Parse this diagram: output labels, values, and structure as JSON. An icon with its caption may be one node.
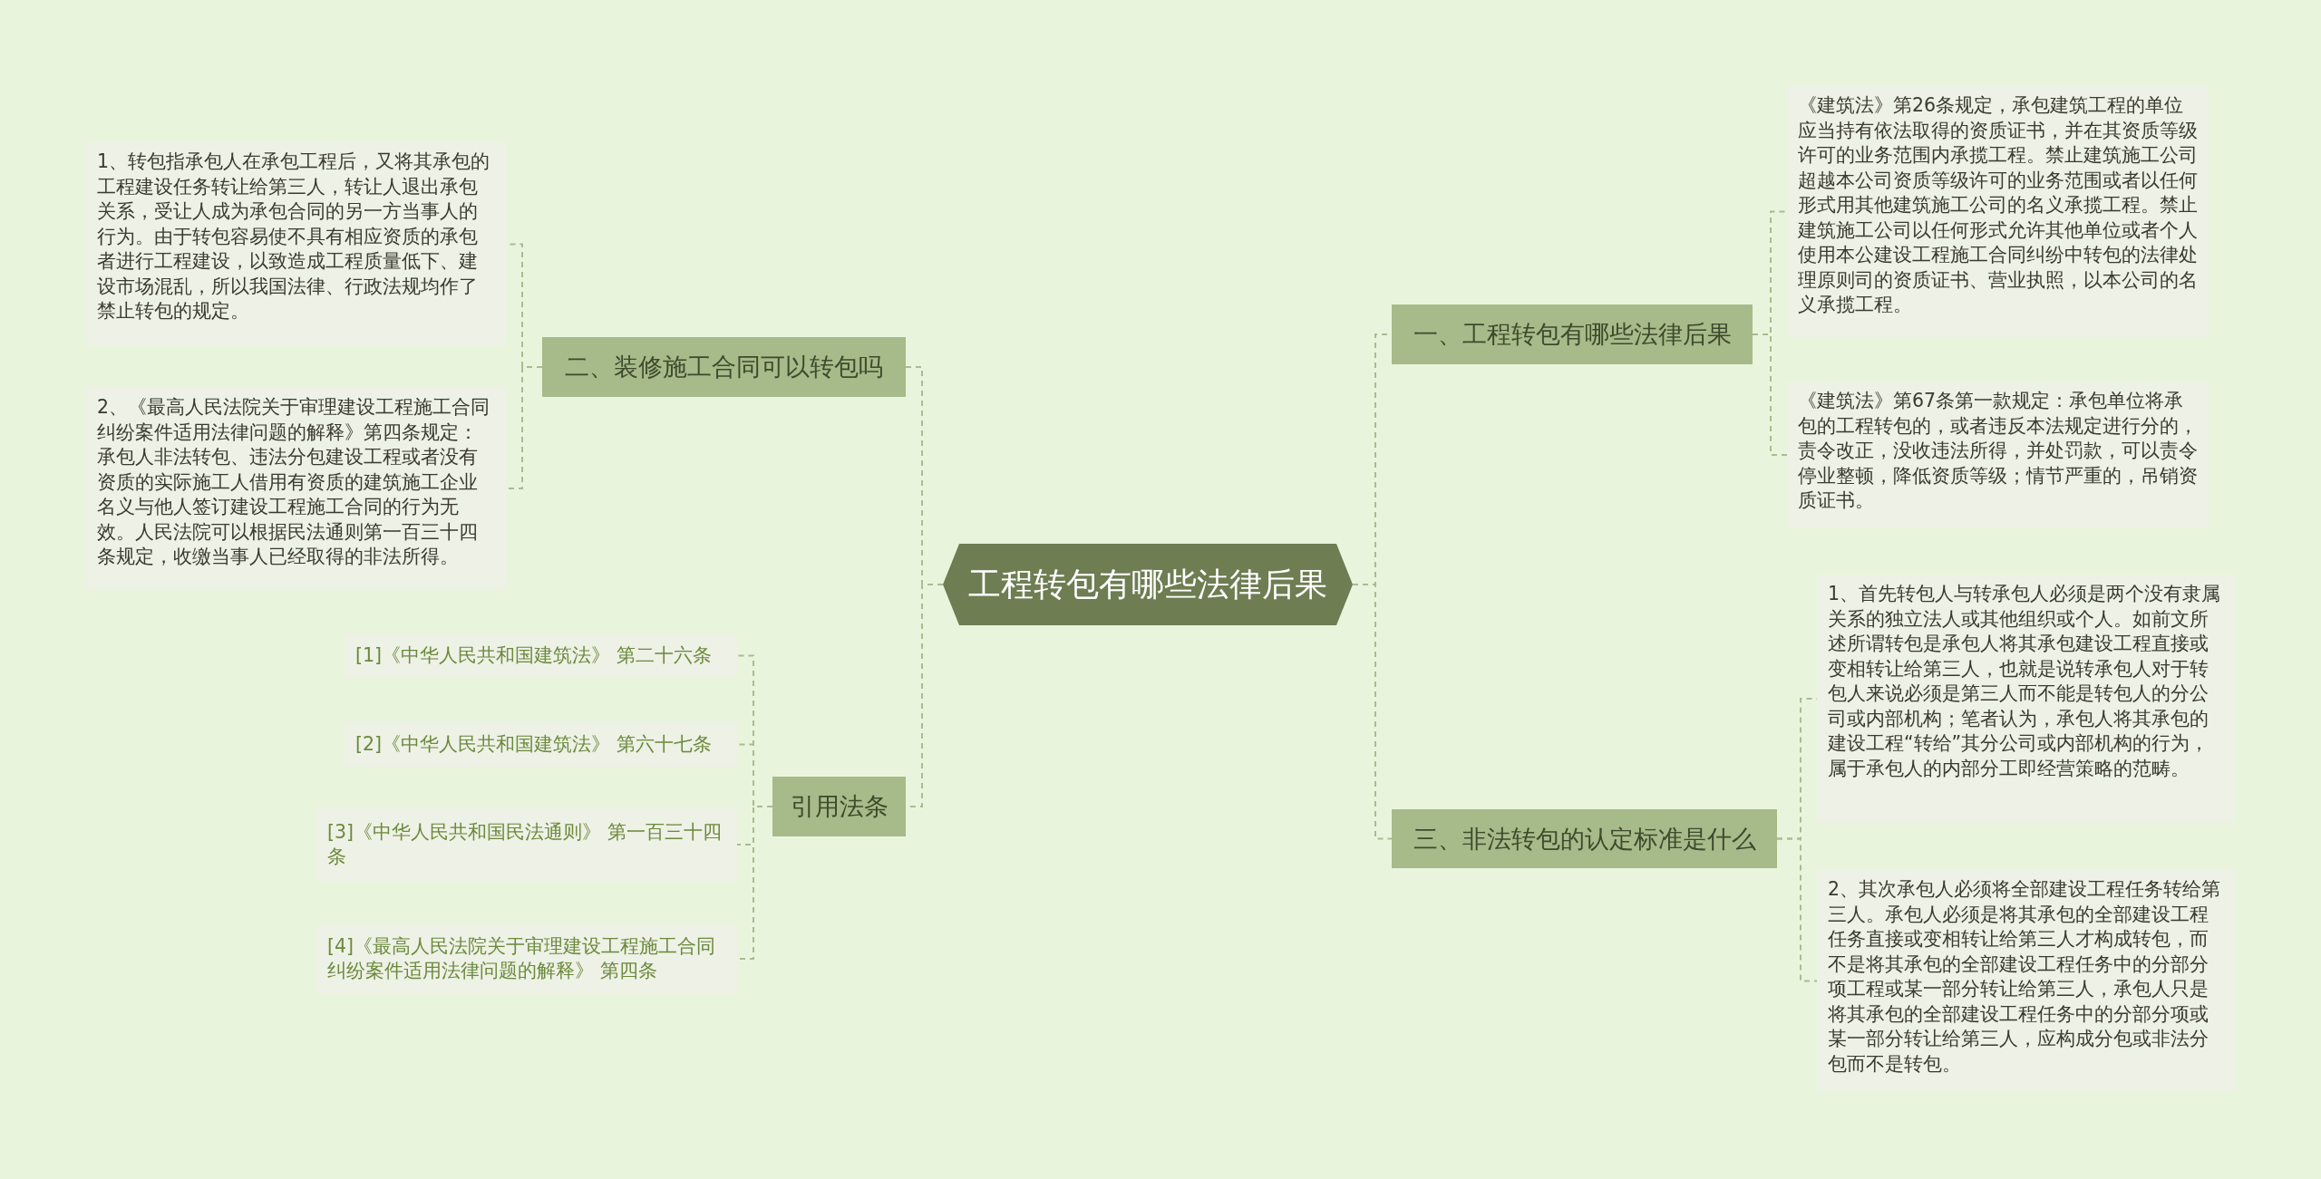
{
  "diagram": {
    "nodes": [
      {
        "text": [
          "工程转包有哪些法律后果"
        ]
      },
      {
        "text": [
          "一、工程转包有哪些法律后果"
        ]
      },
      {
        "text": [
          "《建筑法》第26条规定，承包建筑工程的单位应当持有依法取得的资质证书，并在其资质等级许可的业务范围内承揽工程。禁止建筑施工公司超越本公司资质等级许可的业务范围或者以任何形式用其他建筑施工公司的名义承揽工程。禁止建筑施工公司以任何形式允许其他单位或者个人使用本公建设工程施工合同纠纷中转包的法律处理原则司的资质证书、营业执照，以本公司的名义承揽工程。"
        ]
      },
      {
        "text": [
          "《建筑法》第67条第一款规定：承包单位将承包的工程转包的，或者违反本法规定进行分的，责令改正，没收违法所得，并处罚款，可以责令停业整顿，降低资质等级；情节严重的，吊销资质证书。"
        ]
      },
      {
        "text": [
          "三、非法转包的认定标准是什么"
        ]
      },
      {
        "text": [
          "1、首先转包人与转承包人必须是两个没有隶属关系的独立法人或其他组织或个人。如前文所述所谓转包是承包人将其承包建设工程直接或变相转让给第三人，也就是说转承包人对于转包人来说必须是第三人而不能是转包人的分公司或内部机构；笔者认为，承包人将其承包的建设工程“转给”其分公司或内部机构的行为，属于承包人的内部分工即经营策略的范畴。"
        ]
      },
      {
        "text": [
          "2、其次承包人必须将全部建设工程任务转给第三人。承包人必须是将其承包的全部建设工程任务直接或变相转让给第三人才构成转包，而不是将其承包的全部建设工程任务中的分部分项工程或某一部分转让给第三人，承包人只是将其承包的全部建设工程任务中的分部分项或某一部分转让给第三人，应构成分包或非法分包而不是转包。"
        ]
      },
      {
        "text": [
          "二、装修施工合同可以转包吗"
        ]
      },
      {
        "text": [
          "1、转包指承包人在承包工程后，又将其承包的工程建设任务转让给第三人，转让人退出承包关系，受让人成为承包合同的另一方当事人的行为。由于转包容易使不具有相应资质的承包者进行工程建设，以致造成工程质量低下、建设市场混乱，所以我国法律、行政法规均作了禁止转包的规定。"
        ]
      },
      {
        "text": [
          "2、《最高人民法院关于审理建设工程施工合同纠纷案件适用法律问题的解释》第四条规定：承包人非法转包、违法分包建设工程或者没有资质的实际施工人借用有资质的建筑施工企业名义与他人签订建设工程施工合同的行为无效。人民法院可以根据民法通则第一百三十四条规定，收缴当事人已经取得的非法所得。"
        ]
      },
      {
        "text": [
          "引用法条"
        ]
      },
      {
        "text": [
          "[1]《中华人民共和国建筑法》 第二十六条"
        ]
      },
      {
        "text": [
          "[2]《中华人民共和国建筑法》 第六十七条"
        ]
      },
      {
        "text": [
          "[3]《中华人民共和国民法通则》 第一百三十四条"
        ]
      },
      {
        "text": [
          "[4]《最高人民法院关于审理建设工程施工合同纠纷案件适用法律问题的解释》 第四条"
        ]
      }
    ],
    "edges": [
      {
        "from": 0,
        "to": 1,
        "arrow": "none",
        "style": "dashed"
      },
      {
        "from": 1,
        "to": 2,
        "arrow": "none",
        "style": "dashed"
      },
      {
        "from": 1,
        "to": 3,
        "arrow": "none",
        "style": "dashed"
      },
      {
        "from": 0,
        "to": 4,
        "arrow": "none",
        "style": "dashed"
      },
      {
        "from": 4,
        "to": 5,
        "arrow": "none",
        "style": "dashed"
      },
      {
        "from": 4,
        "to": 6,
        "arrow": "none",
        "style": "dashed"
      },
      {
        "from": 0,
        "to": 7,
        "arrow": "none",
        "style": "dashed"
      },
      {
        "from": 7,
        "to": 8,
        "arrow": "none",
        "style": "dashed"
      },
      {
        "from": 7,
        "to": 9,
        "arrow": "none",
        "style": "dashed"
      },
      {
        "from": 0,
        "to": 10,
        "arrow": "none",
        "style": "dashed"
      },
      {
        "from": 10,
        "to": 11,
        "arrow": "none",
        "style": "dashed"
      },
      {
        "from": 10,
        "to": 12,
        "arrow": "none",
        "style": "dashed"
      },
      {
        "from": 10,
        "to": 13,
        "arrow": "none",
        "style": "dashed"
      },
      {
        "from": 10,
        "to": 14,
        "arrow": "none",
        "style": "dashed"
      }
    ]
  }
}
